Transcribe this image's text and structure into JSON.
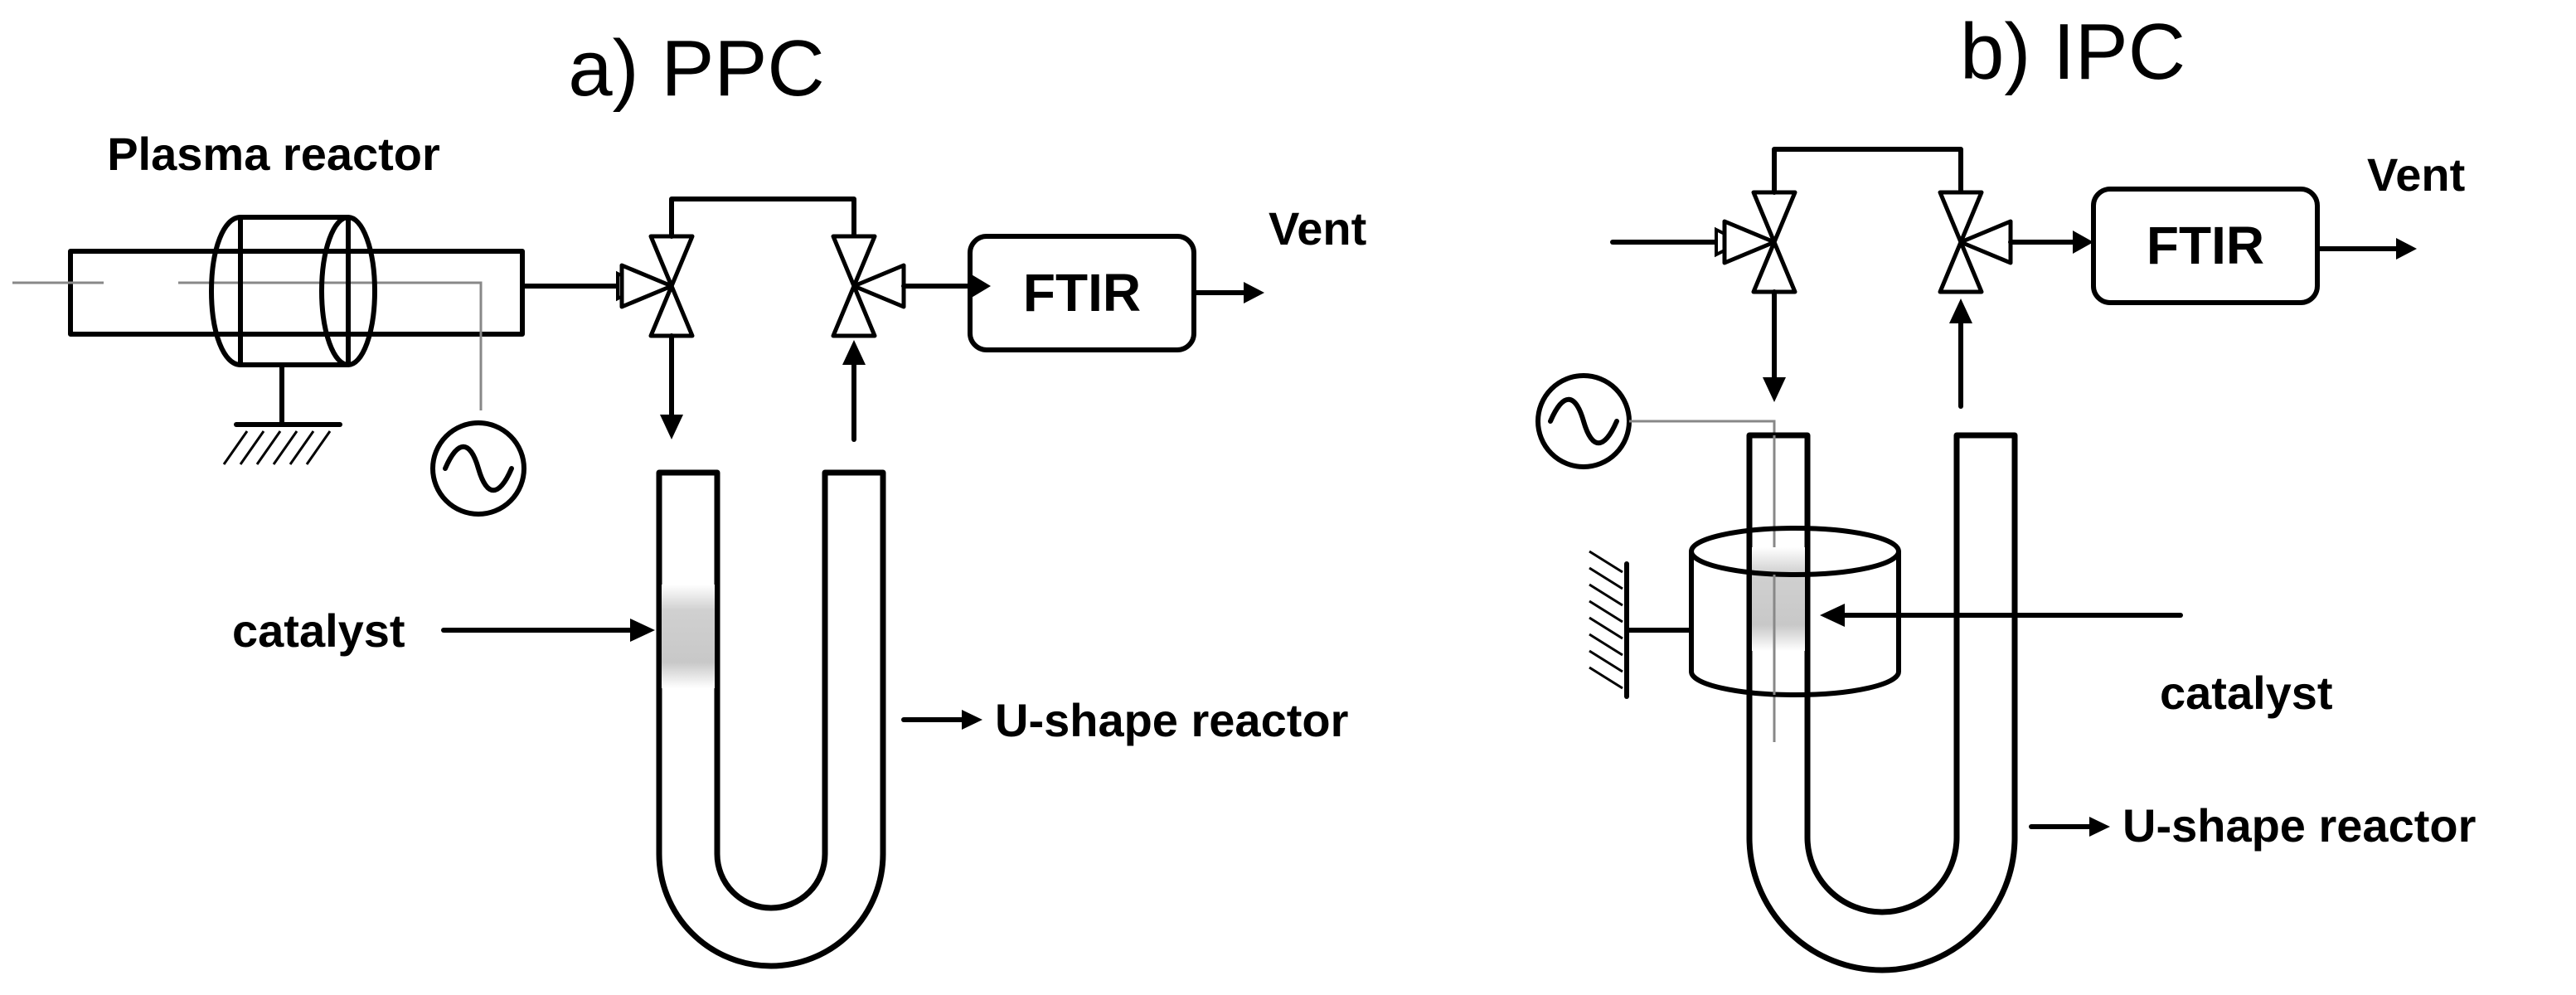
{
  "panel_a": {
    "title": "a) PPC",
    "plasma_reactor_label": "Plasma reactor",
    "ftir_label": "FTIR",
    "vent_label": "Vent",
    "catalyst_label": "catalyst",
    "u_reactor_label": "U-shape reactor"
  },
  "panel_b": {
    "title": "b) IPC",
    "ftir_label": "FTIR",
    "vent_label": "Vent",
    "catalyst_label": "catalyst",
    "u_reactor_label": "U-shape reactor"
  },
  "colors": {
    "line": "#000000",
    "catalyst_fill": "#cccccc",
    "ground_wire": "#888888"
  }
}
